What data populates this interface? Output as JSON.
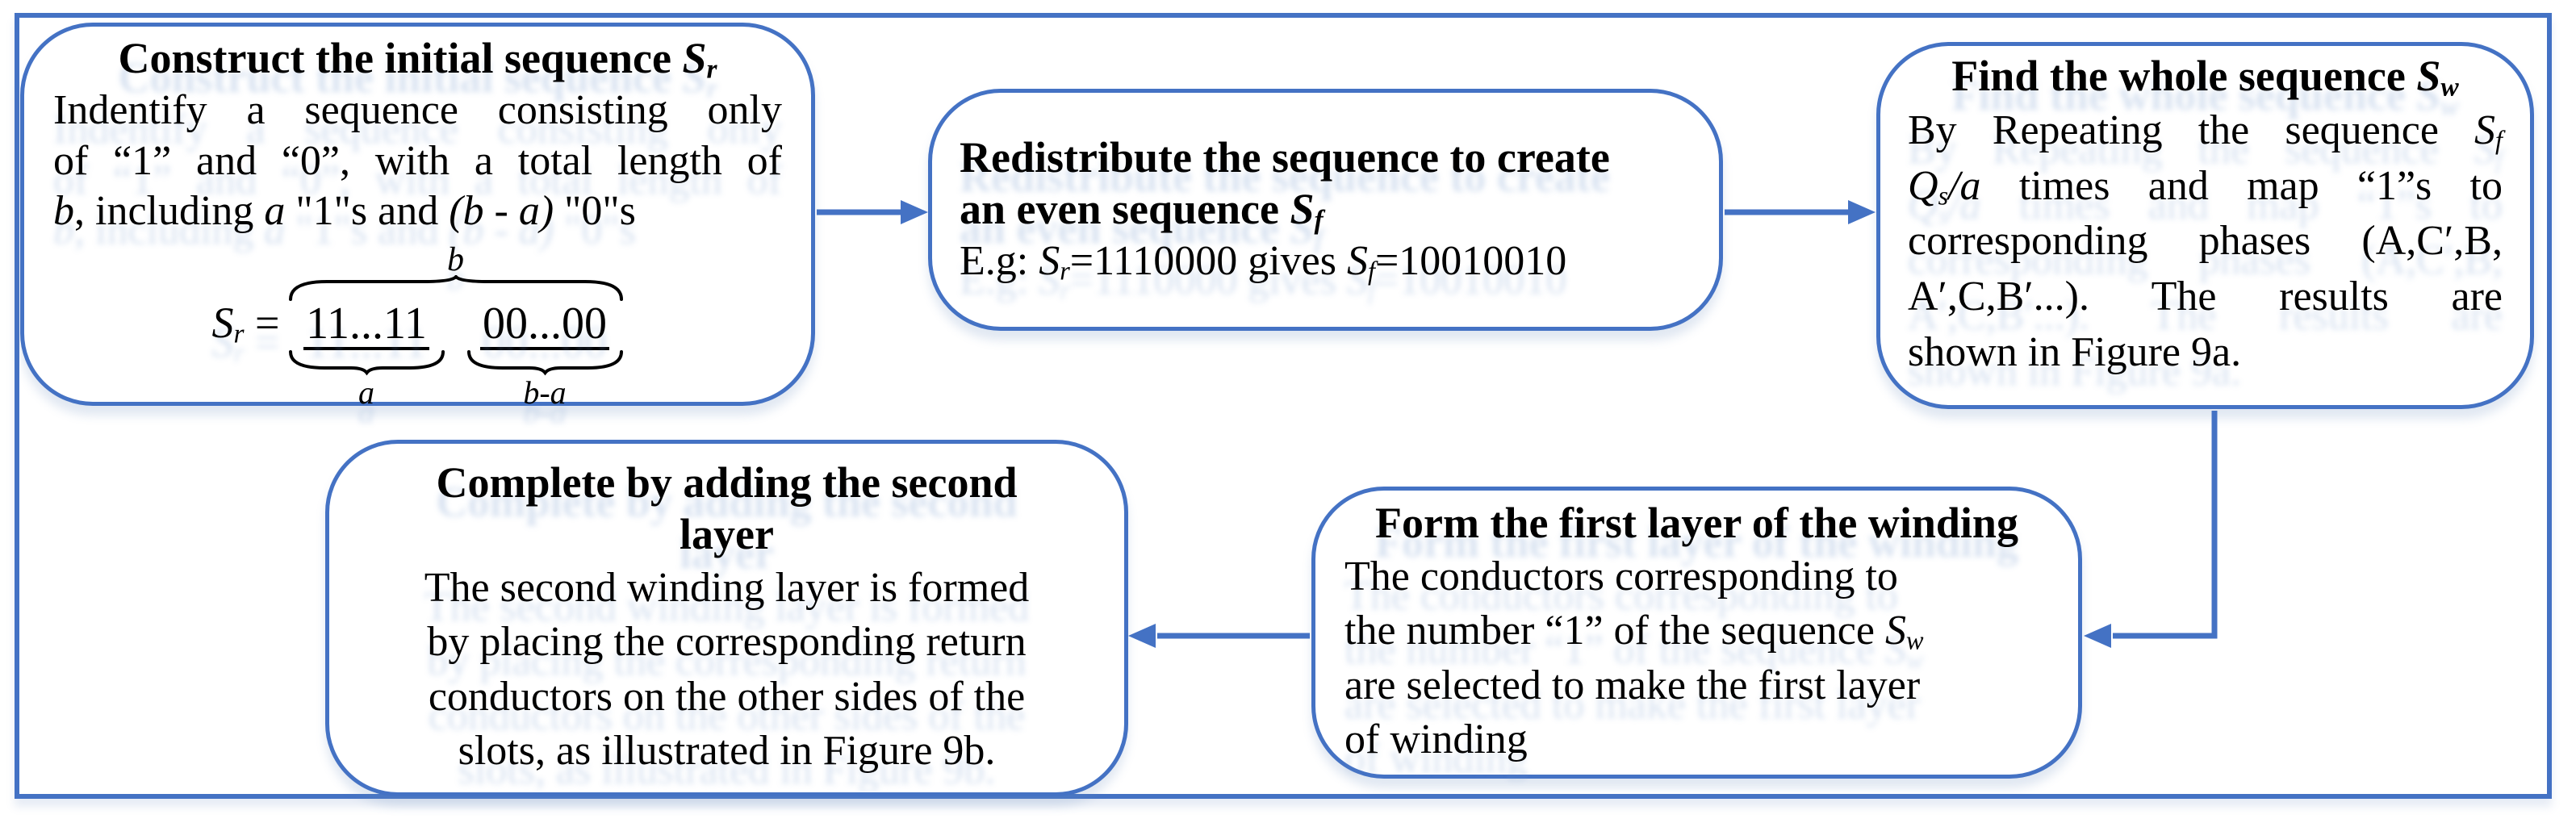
{
  "colors": {
    "accent": "#4472C4",
    "text": "#000000",
    "background": "#FFFFFF"
  },
  "boxes": [
    {
      "id": "construct-initial-sequence",
      "title": [
        [
          "Construct the initial sequence ",
          ""
        ],
        [
          "S",
          "i"
        ],
        [
          "r",
          "is"
        ]
      ],
      "lines": [
        [
          [
            "Indentify a sequence consisting only",
            ""
          ]
        ],
        [
          [
            "of “1” and “0”, with a total length of",
            ""
          ]
        ],
        [
          [
            "b",
            "i"
          ],
          [
            ", including ",
            ""
          ],
          [
            "a",
            "i"
          ],
          [
            " \"1\"s and ",
            ""
          ],
          [
            "(b - a)",
            "i"
          ],
          [
            " \"0\"s",
            ""
          ]
        ]
      ],
      "formula": {
        "lhs": [
          [
            "S",
            "i"
          ],
          [
            "r",
            "is"
          ],
          [
            " = ",
            ""
          ]
        ],
        "over_label": "b",
        "groups": [
          {
            "digits": "11...11",
            "under_label": "a"
          },
          {
            "digits": "00...00",
            "under_label": "b-a"
          }
        ]
      }
    },
    {
      "id": "redistribute-even-sequence",
      "title_lines": [
        [
          [
            "Redistribute the sequence to create",
            ""
          ]
        ],
        [
          [
            "an even sequence ",
            ""
          ],
          [
            "S",
            "i"
          ],
          [
            "f",
            "is"
          ]
        ]
      ],
      "lines": [
        [
          [
            "E.g: ",
            ""
          ],
          [
            "S",
            "i"
          ],
          [
            "r",
            "is"
          ],
          [
            "=1110000 gives ",
            ""
          ],
          [
            "S",
            "i"
          ],
          [
            "f",
            "is"
          ],
          [
            "=10010010",
            ""
          ]
        ]
      ]
    },
    {
      "id": "find-whole-sequence",
      "title": [
        [
          "Find the whole sequence ",
          ""
        ],
        [
          "S",
          "i"
        ],
        [
          "w",
          "is"
        ]
      ],
      "lines": [
        [
          [
            "By Repeating the sequence ",
            ""
          ],
          [
            "S",
            "i"
          ],
          [
            "f",
            "is"
          ]
        ],
        [
          [
            "Q",
            "i"
          ],
          [
            "s",
            "is"
          ],
          [
            "/a",
            "i"
          ],
          [
            " times and map “1”s to",
            ""
          ]
        ],
        [
          [
            "corresponding phases (A,C′,B,",
            ""
          ]
        ],
        [
          [
            "A′,C,B′...). The results are",
            ""
          ]
        ],
        [
          [
            "shown in Figure 9a.",
            ""
          ]
        ]
      ]
    },
    {
      "id": "form-first-layer",
      "title": [
        [
          "Form the first layer of the winding",
          ""
        ]
      ],
      "lines": [
        [
          [
            "The conductors corresponding to",
            ""
          ]
        ],
        [
          [
            "the number “1” of the sequence ",
            ""
          ],
          [
            "S",
            "i"
          ],
          [
            "w",
            "is"
          ]
        ],
        [
          [
            "are selected to make the first layer",
            ""
          ]
        ],
        [
          [
            "of winding",
            ""
          ]
        ]
      ]
    },
    {
      "id": "complete-second-layer",
      "title_lines": [
        [
          [
            "Complete by adding the second",
            ""
          ]
        ],
        [
          [
            "layer",
            ""
          ]
        ]
      ],
      "lines": [
        [
          [
            "The second winding layer is formed",
            ""
          ]
        ],
        [
          [
            "by placing the corresponding return",
            ""
          ]
        ],
        [
          [
            "conductors on the other sides of the",
            ""
          ]
        ],
        [
          [
            "slots, as illustrated in Figure 9b.",
            ""
          ]
        ]
      ]
    }
  ],
  "arrows": [
    {
      "from": "construct-initial-sequence",
      "to": "redistribute-even-sequence"
    },
    {
      "from": "redistribute-even-sequence",
      "to": "find-whole-sequence"
    },
    {
      "from": "find-whole-sequence",
      "to": "form-first-layer"
    },
    {
      "from": "form-first-layer",
      "to": "complete-second-layer"
    }
  ]
}
